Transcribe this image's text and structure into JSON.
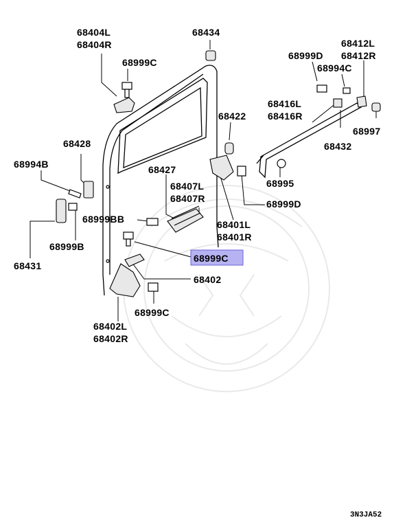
{
  "diagram": {
    "highlight_color": "#b7b3f2",
    "labels": {
      "p68404L": "68404L",
      "p68404R": "68404R",
      "p68434": "68434",
      "p68999C_top": "68999C",
      "p68999D_top": "68999D",
      "p68412L": "68412L",
      "p68412R": "68412R",
      "p68994C": "68994C",
      "p68416L": "68416L",
      "p68416R": "68416R",
      "p68422": "68422",
      "p68997": "68997",
      "p68432": "68432",
      "p68428": "68428",
      "p68994B": "68994B",
      "p68427": "68427",
      "p68407L": "68407L",
      "p68407R": "68407R",
      "p68995": "68995",
      "p68999D_right": "68999D",
      "p68999BB": "68999BB",
      "p68401L": "68401L",
      "p68401R": "68401R",
      "p68999B": "68999B",
      "p68999C_highlight": "68999C",
      "p68431": "68431",
      "p68402": "68402",
      "p68999C_bottom": "68999C",
      "p68402L": "68402L",
      "p68402R": "68402R"
    },
    "figure_code": "3N3JA52"
  }
}
